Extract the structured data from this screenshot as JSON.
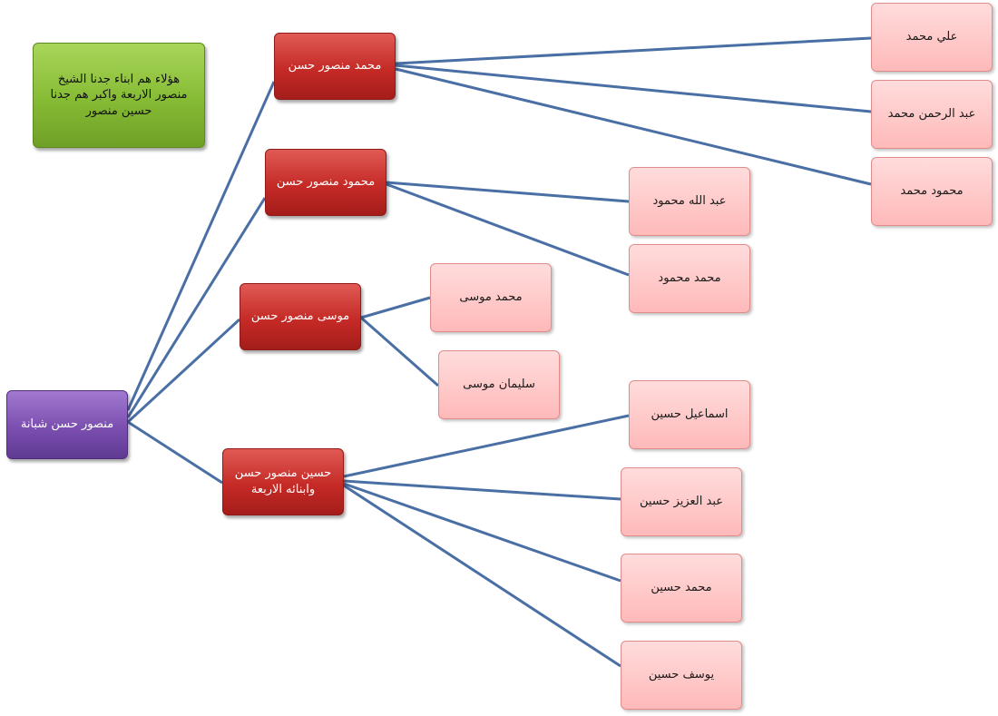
{
  "colors": {
    "connector": "#4a6fa5",
    "root": "#7b4fb0",
    "son": "#c52a26",
    "grandchild": "#ffb9b9",
    "note": "#86bb34"
  },
  "note": "هؤلاء هم ابناء جدنا الشيخ منصور الاربعة واكبر هم جدنا حسين منصور",
  "root": "منصور حسن شبانة",
  "sons": [
    {
      "label": "محمد منصور حسن",
      "children": [
        "علي محمد",
        "عبد الرحمن محمد",
        "محمود محمد"
      ]
    },
    {
      "label": "محمود منصور حسن",
      "children": [
        "عبد الله محمود",
        "محمد محمود"
      ]
    },
    {
      "label": "موسى منصور حسن",
      "children": [
        "محمد موسى",
        "سليمان موسى"
      ]
    },
    {
      "label": "حسين منصور حسن وابنائه الاربعة",
      "children": [
        "اسماعيل حسين",
        "عبد العزيز حسين",
        "محمد حسين",
        "يوسف حسين"
      ]
    }
  ]
}
